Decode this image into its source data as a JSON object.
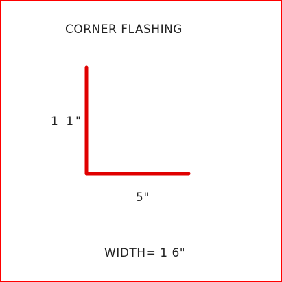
{
  "title": "CORNER FLASHING",
  "dimensions": {
    "leg_height": "1 1\"",
    "leg_base": "5\"",
    "total_width": "WIDTH= 1 6\""
  },
  "colors": {
    "border": "#ff0000",
    "flashing": "#e00000",
    "text": "#222222"
  }
}
